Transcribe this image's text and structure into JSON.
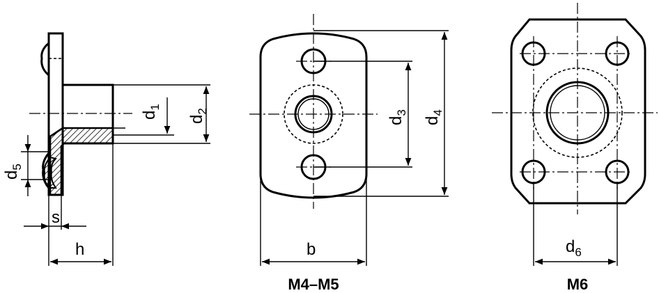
{
  "side_view": {
    "labels": {
      "d1": {
        "main": "d",
        "sub": "1"
      },
      "d2": {
        "main": "d",
        "sub": "2"
      },
      "d5": {
        "main": "d",
        "sub": "5"
      },
      "s": "s",
      "h": "h"
    }
  },
  "front_view_m4_m5": {
    "caption": "M4–M5",
    "labels": {
      "d3": {
        "main": "d",
        "sub": "3"
      },
      "d4": {
        "main": "d",
        "sub": "4"
      },
      "b": "b"
    }
  },
  "front_view_m6": {
    "caption": "M6",
    "labels": {
      "d6": {
        "main": "d",
        "sub": "6"
      }
    }
  }
}
